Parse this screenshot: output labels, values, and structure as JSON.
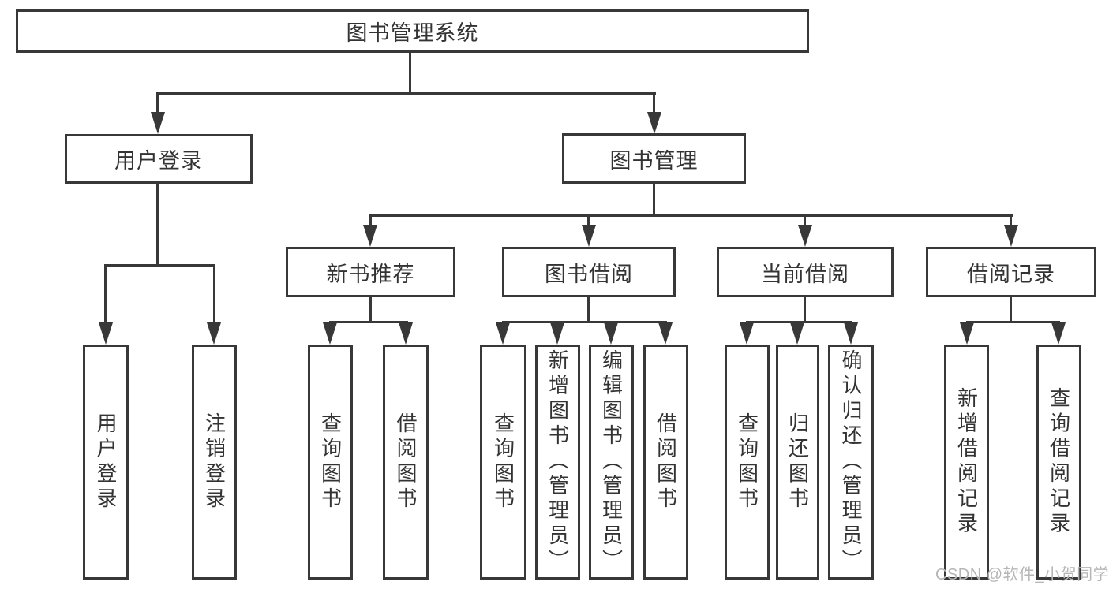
{
  "title": {
    "label": "图书管理系统"
  },
  "level2": {
    "user_login": "用户登录",
    "book_mgmt": "图书管理"
  },
  "level3": {
    "new_book": "新书推荐",
    "book_borrow": "图书借阅",
    "current_borrow": "当前借阅",
    "borrow_records": "借阅记录"
  },
  "leaves": {
    "user_login": [
      "用户登录",
      "注销登录"
    ],
    "new_book": [
      "查询图书",
      "借阅图书"
    ],
    "book_borrow": [
      "查询图书",
      "新增图书（管理员）",
      "编辑图书（管理员）",
      "借阅图书"
    ],
    "current_borrow": [
      "查询图书",
      "归还图书",
      "确认归还（管理员）"
    ],
    "borrow_records": [
      "新增借阅记录",
      "查询借阅记录"
    ]
  },
  "watermark": "CSDN @软件_小贺同学",
  "colors": {
    "line": "#383838",
    "text": "#333333",
    "watermark": "#b6b6b6",
    "background": "#ffffff"
  }
}
